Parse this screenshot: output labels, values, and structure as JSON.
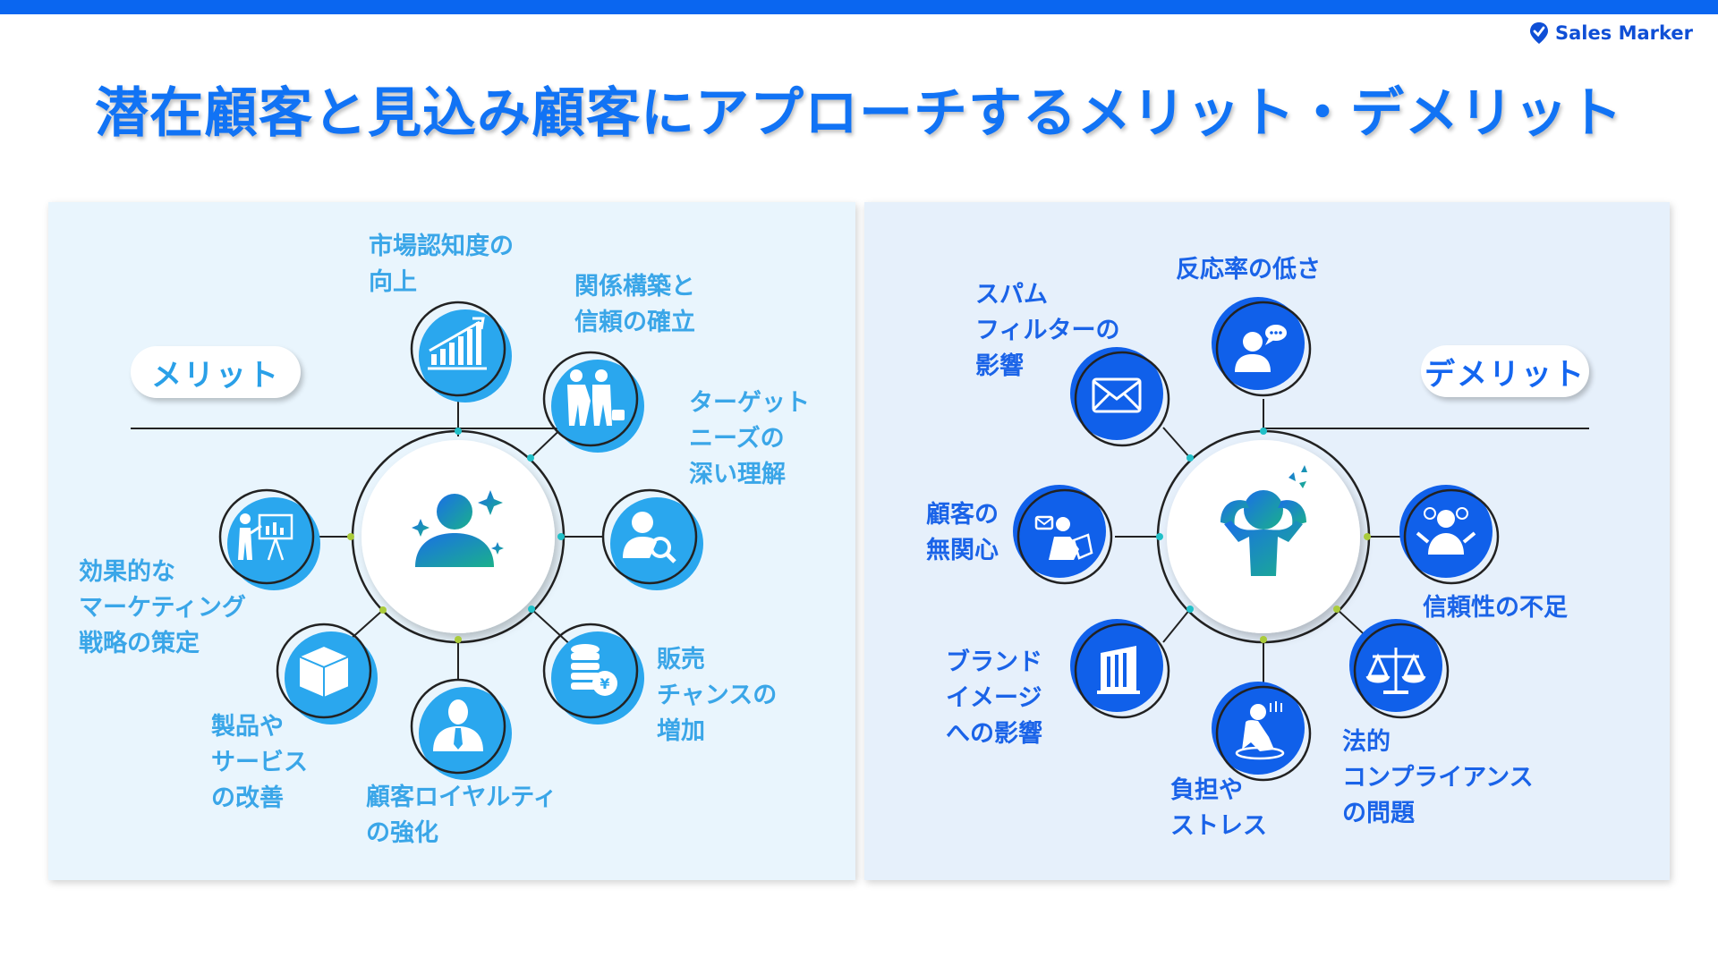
{
  "header": {
    "brand": "Sales Marker",
    "title": "潜在顧客と見込み顧客にアプローチするメリット・デメリット"
  },
  "merit": {
    "label": "メリット",
    "items": [
      {
        "text": "市場認知度の\n向上",
        "icon": "growth-chart-icon"
      },
      {
        "text": "関係構築と\n信頼の確立",
        "icon": "handshake-icon"
      },
      {
        "text": "ターゲット\nニーズの\n深い理解",
        "icon": "user-search-icon"
      },
      {
        "text": "販売\nチャンスの\n増加",
        "icon": "yen-coins-icon"
      },
      {
        "text": "顧客ロイヤルティ\nの強化",
        "icon": "businessman-icon"
      },
      {
        "text": "製品や\nサービス\nの改善",
        "icon": "box-icon"
      },
      {
        "text": "効果的な\nマーケティング\n戦略の策定",
        "icon": "presentation-icon"
      }
    ]
  },
  "demerit": {
    "label": "デメリット",
    "items": [
      {
        "text": "反応率の低さ",
        "icon": "user-speech-icon"
      },
      {
        "text": "スパム\nフィルターの\n影響",
        "icon": "envelope-icon"
      },
      {
        "text": "顧客の\n無関心",
        "icon": "reading-person-icon"
      },
      {
        "text": "ブランド\nイメージ\nへの影響",
        "icon": "building-icon"
      },
      {
        "text": "負担や\nストレス",
        "icon": "stressed-person-icon"
      },
      {
        "text": "法的\nコンプライアンス\nの問題",
        "icon": "scales-icon"
      },
      {
        "text": "信頼性の不足",
        "icon": "confused-person-icon"
      }
    ]
  },
  "colors": {
    "accent": "#0a66f0",
    "merit": "#2aa7ee",
    "demerit": "#1060ea",
    "node_dot": "#aacb3a"
  }
}
